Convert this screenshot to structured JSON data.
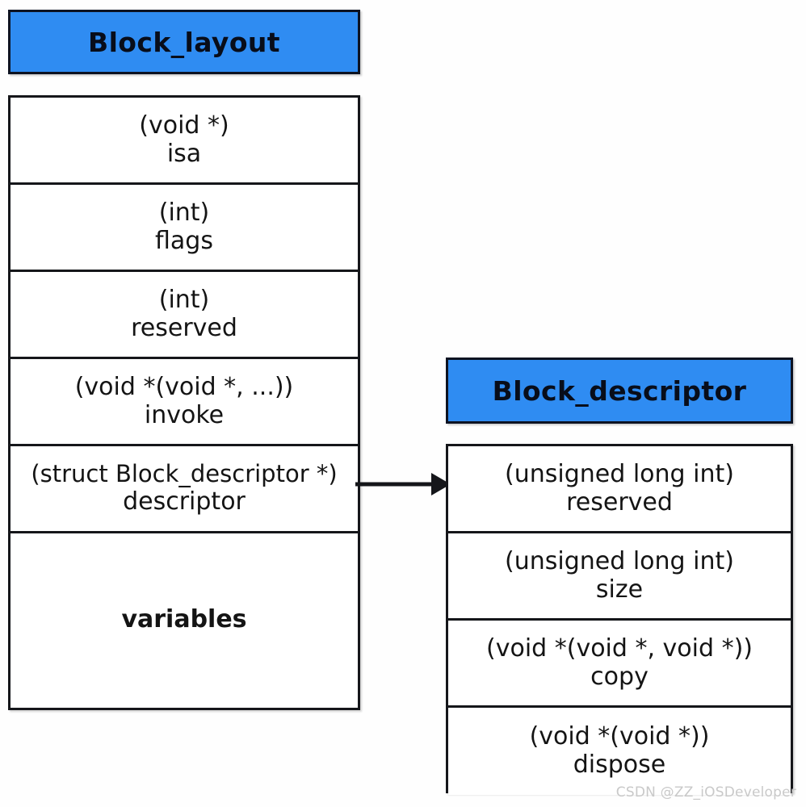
{
  "diagram": {
    "background_color": "#fefefe",
    "accent_color": "#2f8cf2",
    "border_color": "#15161a",
    "structs": [
      {
        "id": "block-layout",
        "title": "Block_layout",
        "fields": [
          {
            "type": "(void *)",
            "name": "isa"
          },
          {
            "type": "(int)",
            "name": "flags"
          },
          {
            "type": "(int)",
            "name": "reserved"
          },
          {
            "type": "(void *(void *, ...))",
            "name": "invoke"
          },
          {
            "type": "(struct Block_descriptor *)",
            "name": "descriptor"
          },
          {
            "type": "",
            "name": "variables"
          }
        ]
      },
      {
        "id": "block-descriptor",
        "title": "Block_descriptor",
        "fields": [
          {
            "type": "(unsigned long int)",
            "name": "reserved"
          },
          {
            "type": "(unsigned long int)",
            "name": "size"
          },
          {
            "type": "(void *(void *, void *))",
            "name": "copy"
          },
          {
            "type": "(void *(void *))",
            "name": "dispose"
          }
        ]
      }
    ],
    "connector": {
      "name": "descriptor-pointer-arrow",
      "from": "block-layout.descriptor",
      "to": "block-descriptor"
    }
  },
  "watermark": {
    "text": "CSDN @ZZ_iOSDeveloper"
  }
}
